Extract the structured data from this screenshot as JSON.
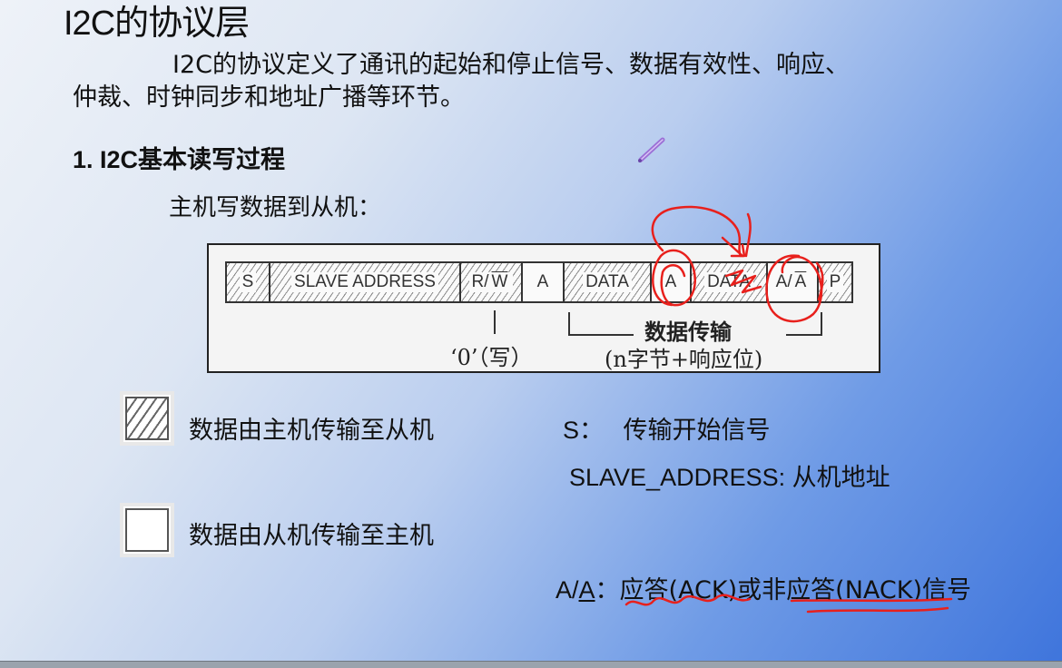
{
  "slide": {
    "title": "I2C的协议层",
    "paragraph_line1": "I2C的协议定义了通讯的起始和停止信号、数据有效性、响应、",
    "paragraph_line2": "仲裁、时钟同步和地址广播等环节。",
    "section_heading": "1. I2C基本读写过程",
    "subheading": "主机写数据到从机："
  },
  "diagram": {
    "cells": [
      {
        "label": "S",
        "hatched": true
      },
      {
        "label": "SLAVE ADDRESS",
        "hatched": true
      },
      {
        "label": "R/W",
        "hatched": true
      },
      {
        "label": "A",
        "hatched": false
      },
      {
        "label": "DATA",
        "hatched": true
      },
      {
        "label": "A",
        "hatched": false
      },
      {
        "label": "DATA",
        "hatched": true
      },
      {
        "label": "A/A",
        "hatched": false
      },
      {
        "label": "P",
        "hatched": true
      }
    ],
    "rw_note": "‘0’（写）",
    "transfer_label": "数据传输",
    "transfer_sub": "(n字节+响应位)"
  },
  "legend": {
    "master_to_slave": "数据由主机传输至从机",
    "slave_to_master": "数据由从机传输至主机"
  },
  "definitions": {
    "s_key": "S：",
    "s_value": "传输开始信号",
    "slave_key": "SLAVE_ADDRESS:",
    "slave_value": "从机地址",
    "ack_key_a": "A/",
    "ack_key_abar": "A",
    "ack_colon": "：",
    "ack_value_1": "应答(ACK)或",
    "ack_value_2": "非应答(NACK)",
    "ack_value_3": "信号"
  },
  "annotation": {
    "ink_color": "#e8201c",
    "pen_color": "#9b6fd6"
  }
}
